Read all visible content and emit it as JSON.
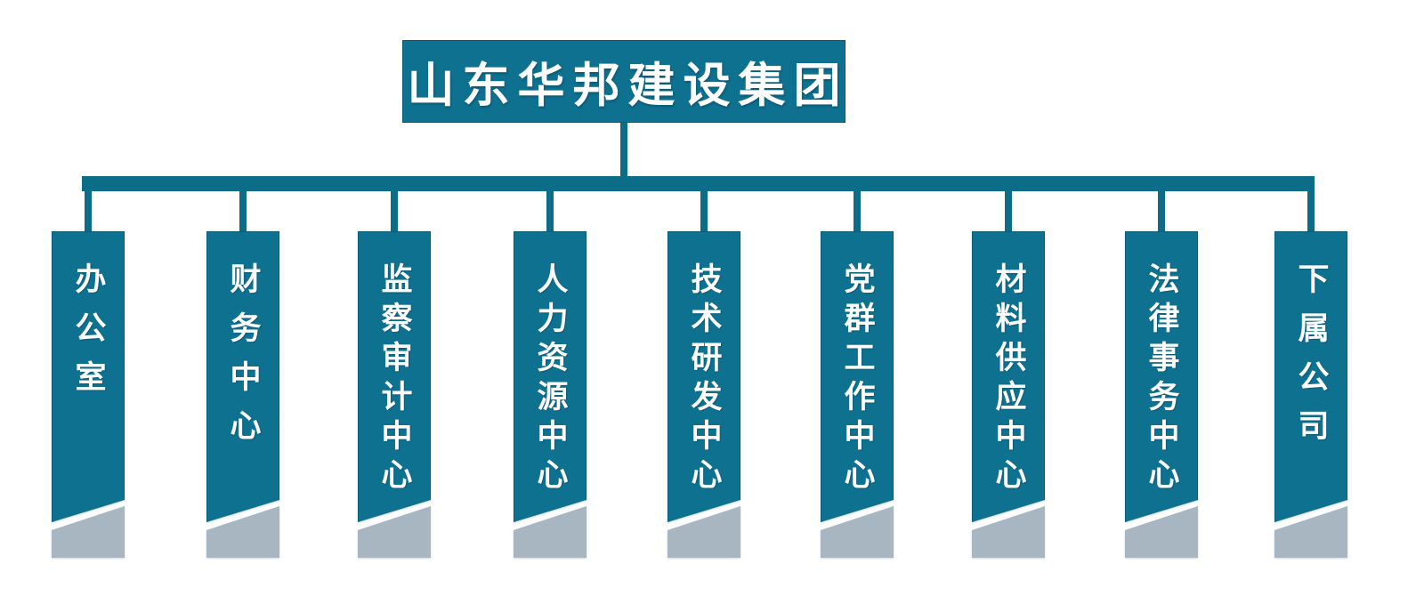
{
  "org_chart": {
    "root": {
      "title": "山东华邦建设集团"
    },
    "departments": [
      {
        "name": "办公室"
      },
      {
        "name": "财务中心"
      },
      {
        "name": "监察审计中心"
      },
      {
        "name": "人力资源中心"
      },
      {
        "name": "技术研发中心"
      },
      {
        "name": "党群工作中心"
      },
      {
        "name": "材料供应中心"
      },
      {
        "name": "法律事务中心"
      },
      {
        "name": "下属公司"
      }
    ],
    "colors": {
      "teal": "#0e7190",
      "line": "#0c6d88",
      "banner_footer_gray": "#a8b6c2",
      "text_white": "#ffffff"
    }
  }
}
